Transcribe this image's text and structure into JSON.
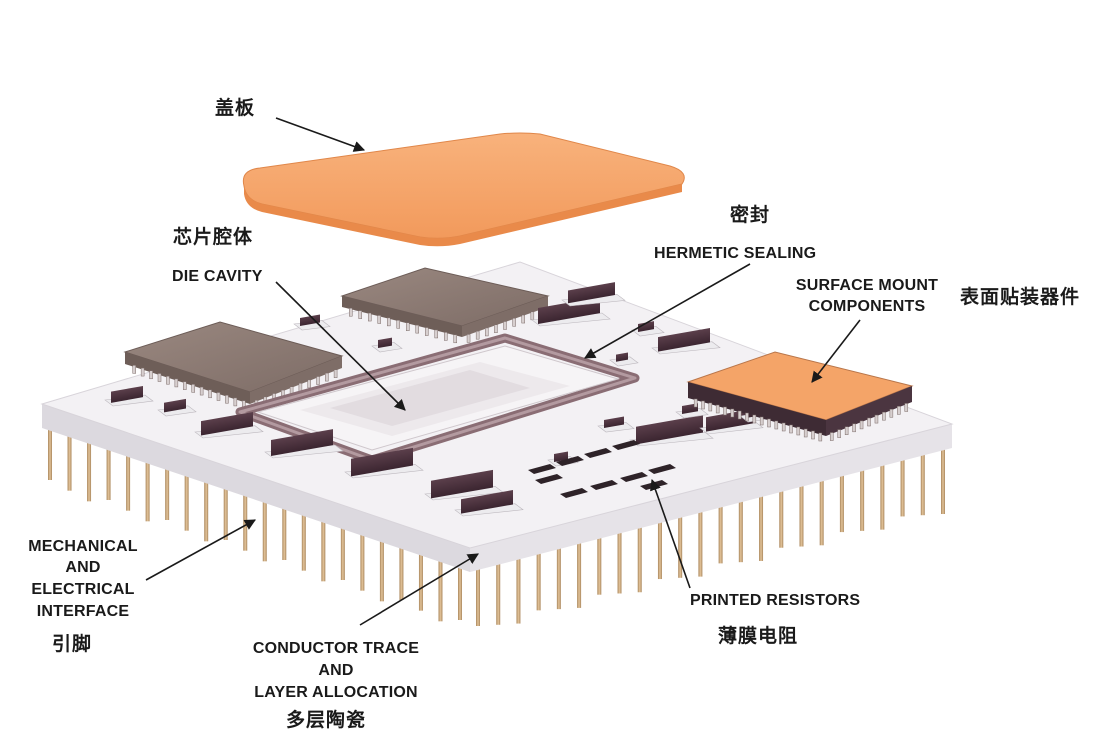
{
  "labels": {
    "cover_cn": "盖板",
    "die_cavity_cn": "芯片腔体",
    "die_cavity_en": "DIE CAVITY",
    "sealing_cn": "密封",
    "sealing_en": "HERMETIC SEALING",
    "smc_en_line1": "SURFACE MOUNT",
    "smc_en_line2": "COMPONENTS",
    "smc_cn": "表面贴装器件",
    "interface_en_line1": "MECHANICAL",
    "interface_en_line2": "AND",
    "interface_en_line3": "ELECTRICAL",
    "interface_en_line4": "INTERFACE",
    "interface_cn": "引脚",
    "conductor_en_line1": "CONDUCTOR TRACE",
    "conductor_en_line2": "AND",
    "conductor_en_line3": "LAYER ALLOCATION",
    "conductor_cn": "多层陶瓷",
    "resistors_en": "PRINTED RESISTORS",
    "resistors_cn": "薄膜电阻"
  },
  "colors": {
    "cover": "#f5a56a",
    "chip_body": "#8c7a72",
    "substrate": "#f2f0f3",
    "pin": "#c9a77a",
    "seal_ring": "#8a6d74",
    "component_dark": "#4a2f3a"
  }
}
